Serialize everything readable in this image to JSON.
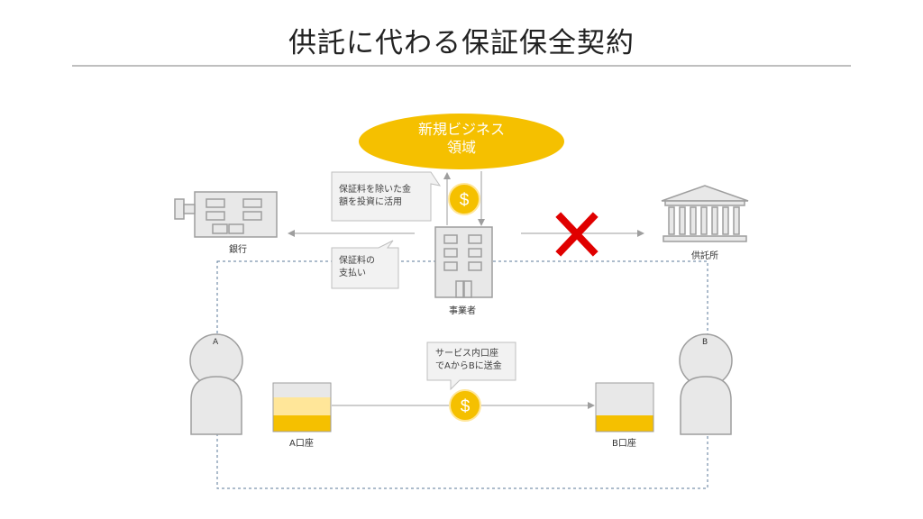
{
  "title": "供託に代わる保証保全契約",
  "ellipse": {
    "line1": "新規ビジネス",
    "line2": "領域"
  },
  "labels": {
    "bank": "銀行",
    "deposit_office": "供託所",
    "operator": "事業者",
    "account_a": "A口座",
    "account_b": "B口座",
    "person_a": "A",
    "person_b": "B"
  },
  "callouts": {
    "invest": "保証料を除いた金\n額を投資に活用",
    "payment": "保証料の\n支払い",
    "transfer": "サービス内口座\nでAからBに送金"
  },
  "icons": {
    "coin": "dollar-coin-icon",
    "cross": "x-mark-icon"
  },
  "colors": {
    "gold": "#F5C000",
    "gold_light": "#FFE699",
    "red": "#E00000",
    "gray_stroke": "#9E9E9E",
    "gray_fill": "#E8E8E8",
    "dashed_blue": "#5B7A99"
  }
}
